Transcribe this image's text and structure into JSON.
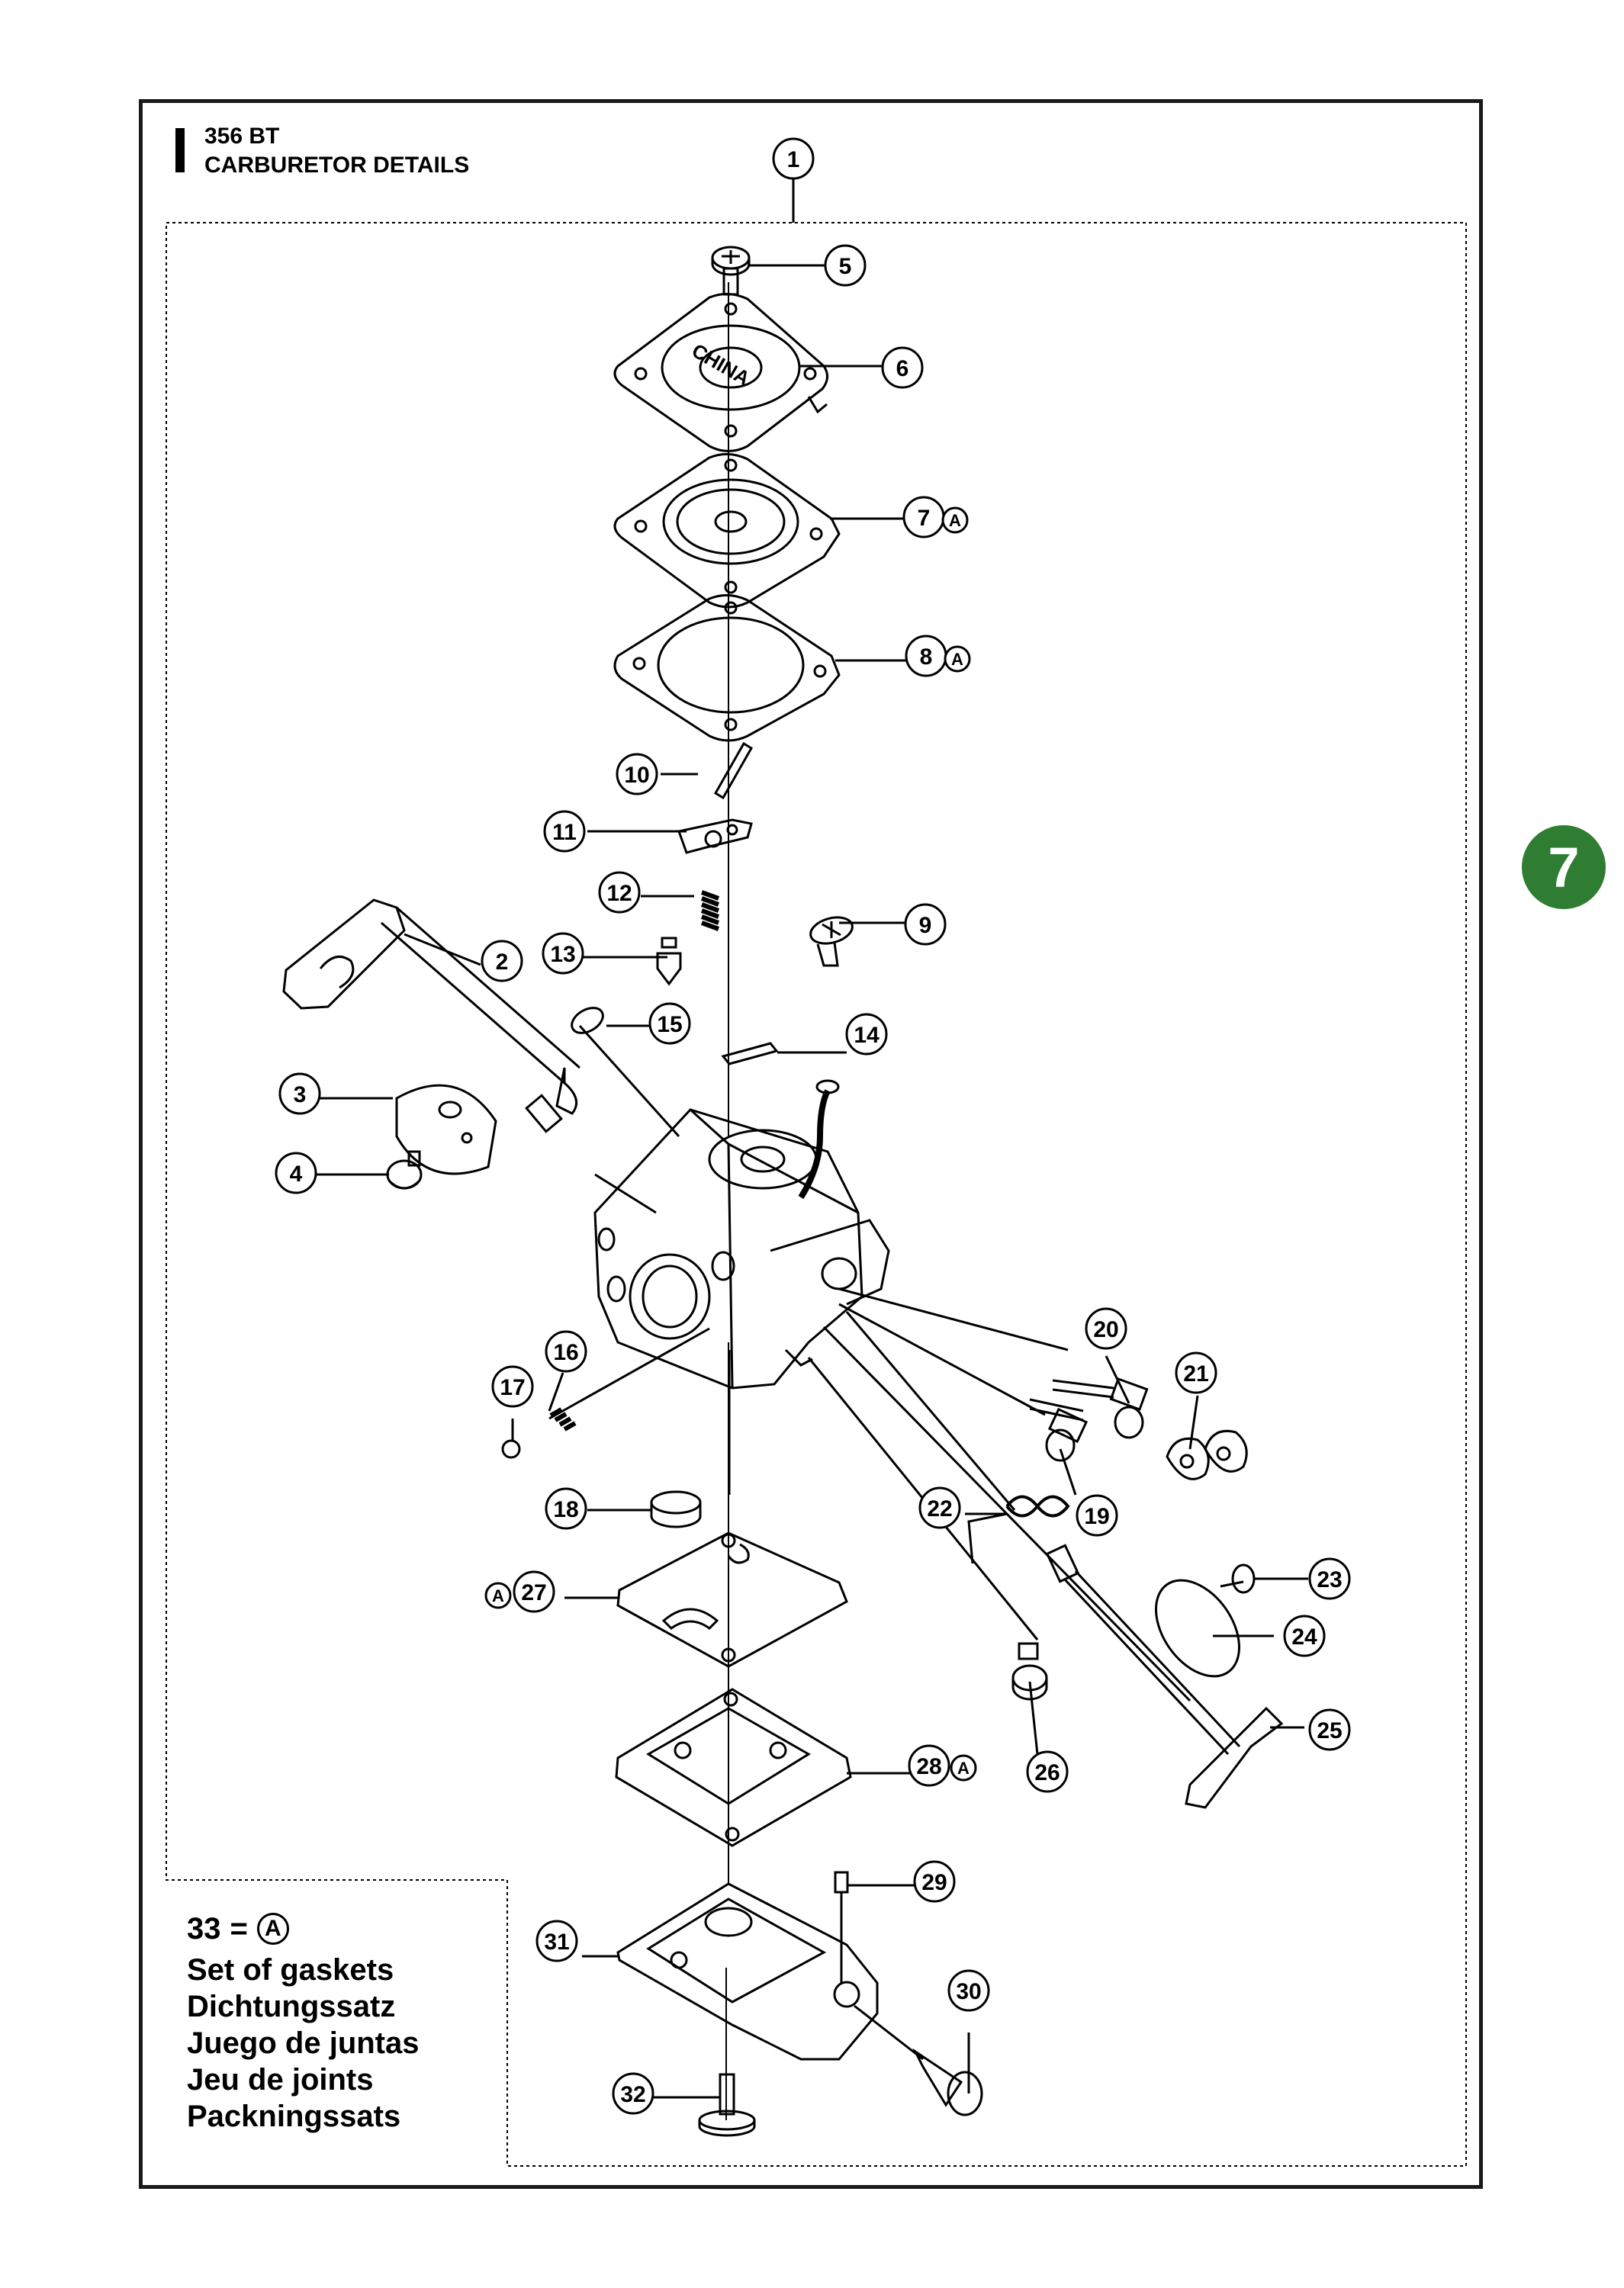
{
  "header": {
    "model": "356 BT",
    "section": "CARBURETOR DETAILS"
  },
  "page_number": "7",
  "kit_marker": "A",
  "legend": {
    "item": "33",
    "equals": "=",
    "marker": "A",
    "lines": [
      "Set of gaskets",
      "Dichtungssatz",
      "Juego de juntas",
      "Jeu de joints",
      "Packningssats"
    ]
  },
  "callouts": {
    "c1": "1",
    "c2": "2",
    "c3": "3",
    "c4": "4",
    "c5": "5",
    "c6": "6",
    "c7": "7",
    "c8": "8",
    "c9": "9",
    "c10": "10",
    "c11": "11",
    "c12": "12",
    "c13": "13",
    "c14": "14",
    "c15": "15",
    "c16": "16",
    "c17": "17",
    "c18": "18",
    "c19": "19",
    "c20": "20",
    "c21": "21",
    "c22": "22",
    "c23": "23",
    "c24": "24",
    "c25": "25",
    "c26": "26",
    "c27": "27",
    "c28": "28",
    "c29": "29",
    "c30": "30",
    "c31": "31",
    "c32": "32"
  },
  "part_labels": {
    "cover_text": "CHINA"
  }
}
